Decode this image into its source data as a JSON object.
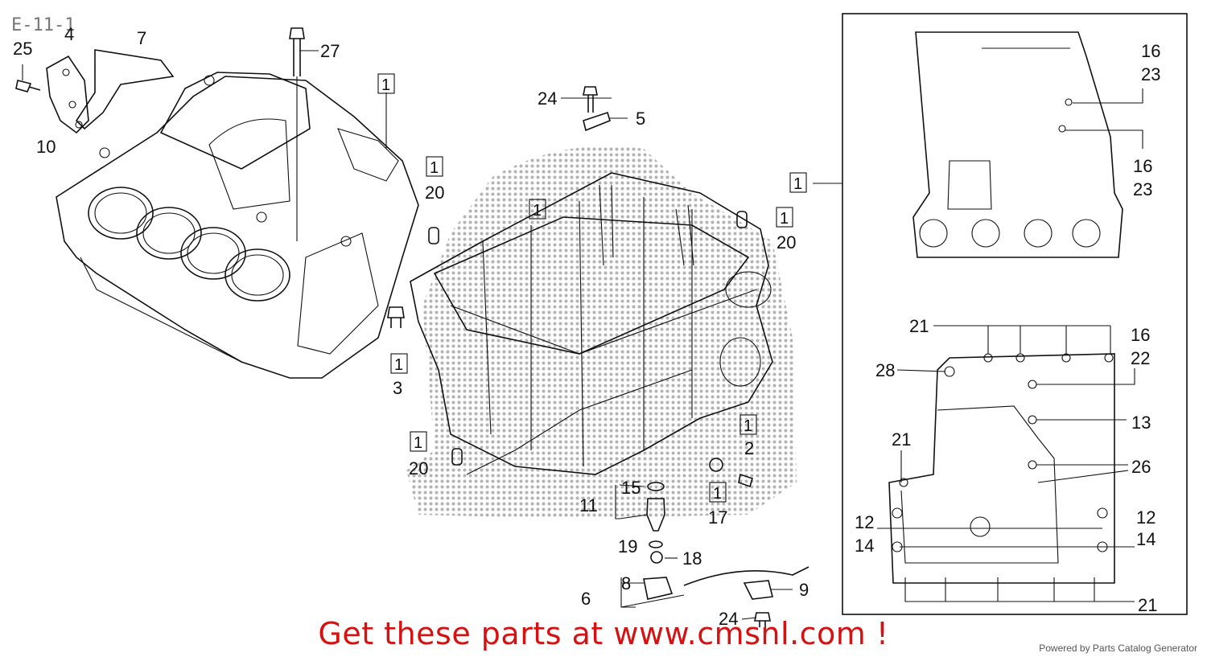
{
  "diagram_title": "E-11-1",
  "cta_text": "Get these parts at www.cmsnl.com !",
  "powered_by": "Powered by Parts Catalog Generator",
  "ref_box_label": "1",
  "callouts": {
    "c25": "25",
    "c4": "4",
    "c7": "7",
    "c10": "10",
    "c27": "27",
    "c24a": "24",
    "c5": "5",
    "c20a": "20",
    "c20b": "20",
    "c20c": "20",
    "c3": "3",
    "c2": "2",
    "c17": "17",
    "c15": "15",
    "c11": "11",
    "c19": "19",
    "c18": "18",
    "c8": "8",
    "c6": "6",
    "c9": "9",
    "c24b": "24",
    "c16a": "16",
    "c23a": "23",
    "c16b": "16",
    "c23b": "23",
    "c21a": "21",
    "c16c": "16",
    "c22": "22",
    "c28": "28",
    "c13": "13",
    "c21b": "21",
    "c26": "26",
    "c12a": "12",
    "c14a": "14",
    "c12b": "12",
    "c14b": "14",
    "c21c": "21"
  },
  "colors": {
    "cta": "#d41212",
    "ink": "#111111",
    "title": "#777777"
  }
}
